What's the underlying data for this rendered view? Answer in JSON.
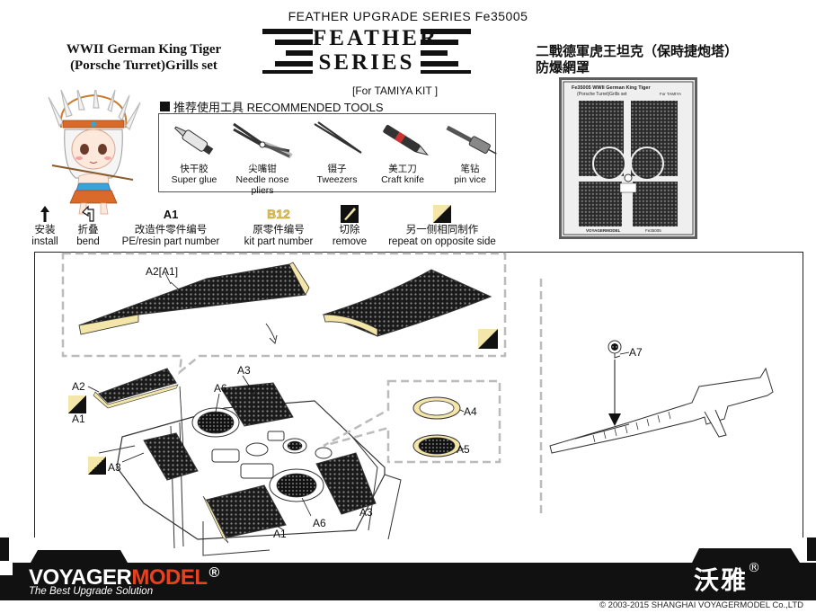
{
  "header": {
    "series_line": "FEATHER  UPGRADE SERIES Fe35005",
    "brand_word_top": "FEATHER",
    "brand_word_bottom": "SERIES",
    "title_en_line1": "WWII German King Tiger",
    "title_en_line2": "(Porsche Turret)Grills set",
    "title_cn_line1": "二戰德軍虎王坦克（保時捷炮塔）",
    "title_cn_line2": "防爆網罩",
    "kit_note": "[For TAMIYA KIT ]"
  },
  "tools": {
    "heading": "推荐使用工具 RECOMMENDED TOOLS",
    "items": [
      {
        "cn": "快干胶",
        "en": "Super glue",
        "icon": "super-glue-icon"
      },
      {
        "cn": "尖嘴钳",
        "en": "Needle nose pliers",
        "icon": "pliers-icon"
      },
      {
        "cn": "镊子",
        "en": "Tweezers",
        "icon": "tweezers-icon"
      },
      {
        "cn": "美工刀",
        "en": "Craft knife",
        "icon": "craft-knife-icon"
      },
      {
        "cn": "笔钻",
        "en": "pin vice",
        "icon": "pin-vice-icon"
      }
    ]
  },
  "legend": {
    "install_cn": "安装",
    "install_en": "install",
    "bend_cn": "折叠",
    "bend_en": "bend",
    "pe_code": "A1",
    "pe_cn": "改造件零件编号",
    "pe_en": "PE/resin part number",
    "kit_code": "B12",
    "kit_cn": "原零件编号",
    "kit_en": "kit part number",
    "remove_cn": "切除",
    "remove_en": "remove",
    "opposite_cn": "另一侧相同制作",
    "opposite_en": "repeat on opposite side"
  },
  "photo_sheet": {
    "line1": "Fe35005  WWII German King Tiger",
    "line2": "(Porsche Turret)Grills set",
    "line3": "For TAMIYA",
    "brand": "VOYAGERMODEL",
    "product_code": "Fe35005"
  },
  "callouts": {
    "a2_a1": "A2[A1]",
    "a2": "A2",
    "a1_left": "A1",
    "a3_left": "A3",
    "a3_top": "A3",
    "a6_top": "A6",
    "a6_bottom": "A6",
    "a1_bottom": "A1",
    "a3_right": "A3",
    "a4": "A4",
    "a5": "A5",
    "a7": "A7"
  },
  "footer": {
    "logo_main": "VOYAGER",
    "logo_accent": "MODEL",
    "logo_reg": "®",
    "slogan": "The Best Upgrade Solution",
    "cn_brand": "沃雅",
    "cn_reg": "®",
    "copyright": "© 2003-2015 SHANGHAI VOYAGERMODEL Co.,LTD"
  },
  "colors": {
    "ink": "#111111",
    "pe_yellow": "#f3e6a8",
    "kit_code_yellow": "#e2c25a",
    "brand_accent": "#e8411f",
    "mesh_dark": "#1a1a1a"
  }
}
